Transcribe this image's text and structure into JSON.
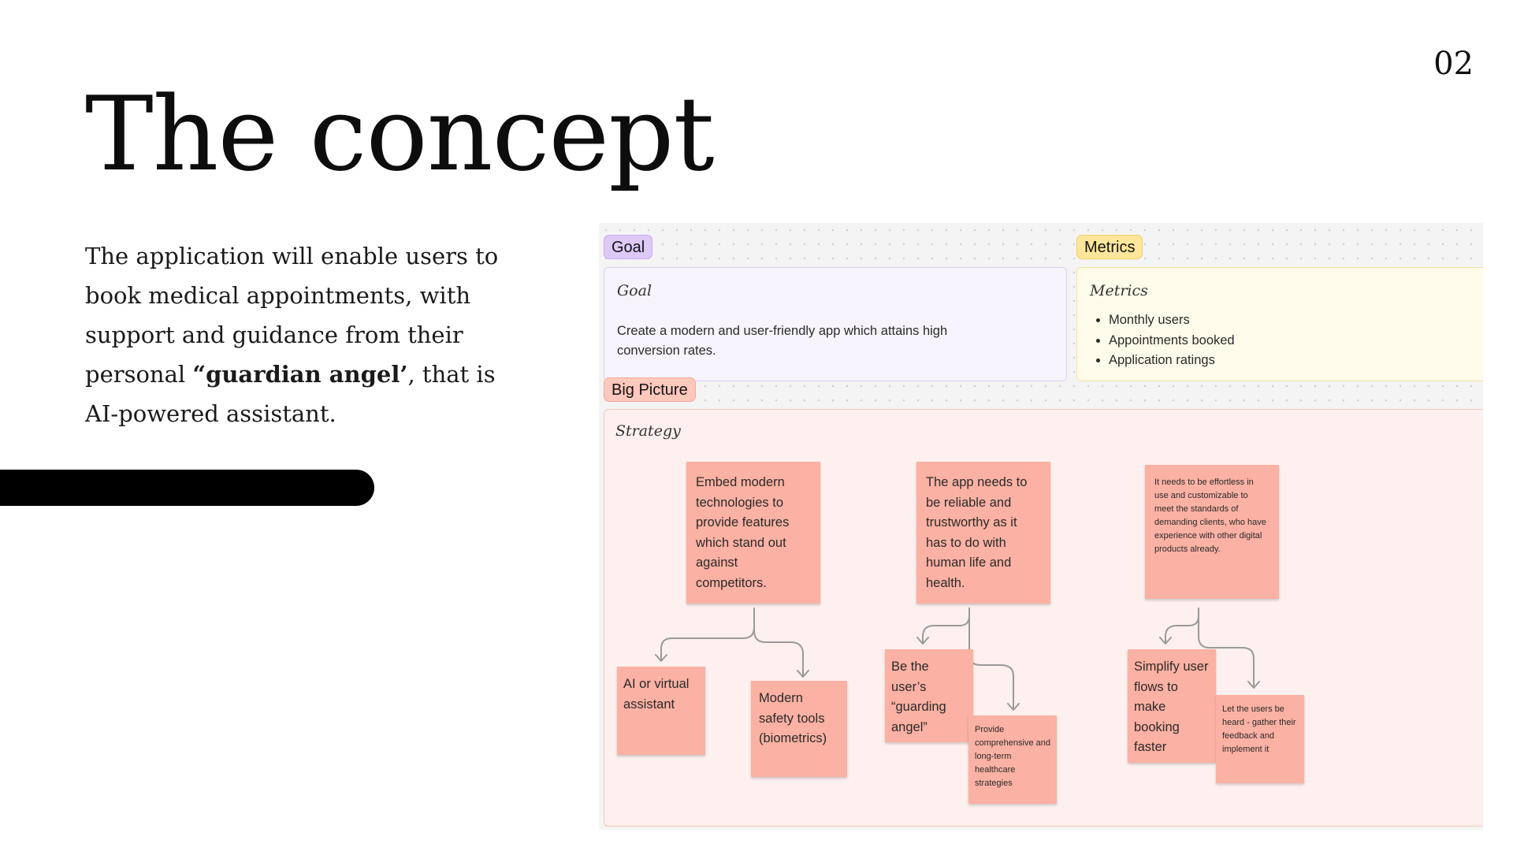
{
  "page_number": "02",
  "title": "The concept",
  "intro": {
    "part1": "The application will enable users to book medical appointments, with support and guidance from their personal ",
    "bold": "“guardian angel’",
    "part2": ", that is AI-powered assistant."
  },
  "board": {
    "goal": {
      "tag": "Goal",
      "heading": "Goal",
      "text": "Create a modern and user-friendly app which attains high conversion rates."
    },
    "metrics": {
      "tag": "Metrics",
      "heading": "Metrics",
      "items": [
        "Monthly users",
        "Appointments booked",
        "Application ratings"
      ]
    },
    "big_picture": {
      "tag": "Big Picture",
      "heading": "Strategy",
      "stickies": {
        "embed": "Embed modern technologies to provide features which stand out against competitors.",
        "reliable": "The app needs to be reliable and trustworthy as it has to do with human life and health.",
        "effortless": "It needs to be effortless in use and customizable to meet the standards of demanding clients, who have experience with other digital products already.",
        "ai": "AI or virtual assistant",
        "safety": "Modern safety tools (biometrics)",
        "guardian": "Be the user’s “guarding angel”",
        "healthcare": "Provide comprehensive and long-term healthcare strategies",
        "simplify": "Simplify user flows to make booking faster",
        "feedback": "Let the users be heard - gather their feedback and implement it"
      }
    }
  },
  "colors": {
    "goal_tag": "#ddc9f6",
    "metrics_tag": "#ffe69a",
    "big_picture_tag": "#ffc8bd",
    "sticky": "#fbb1a3",
    "bar": "#000000"
  }
}
